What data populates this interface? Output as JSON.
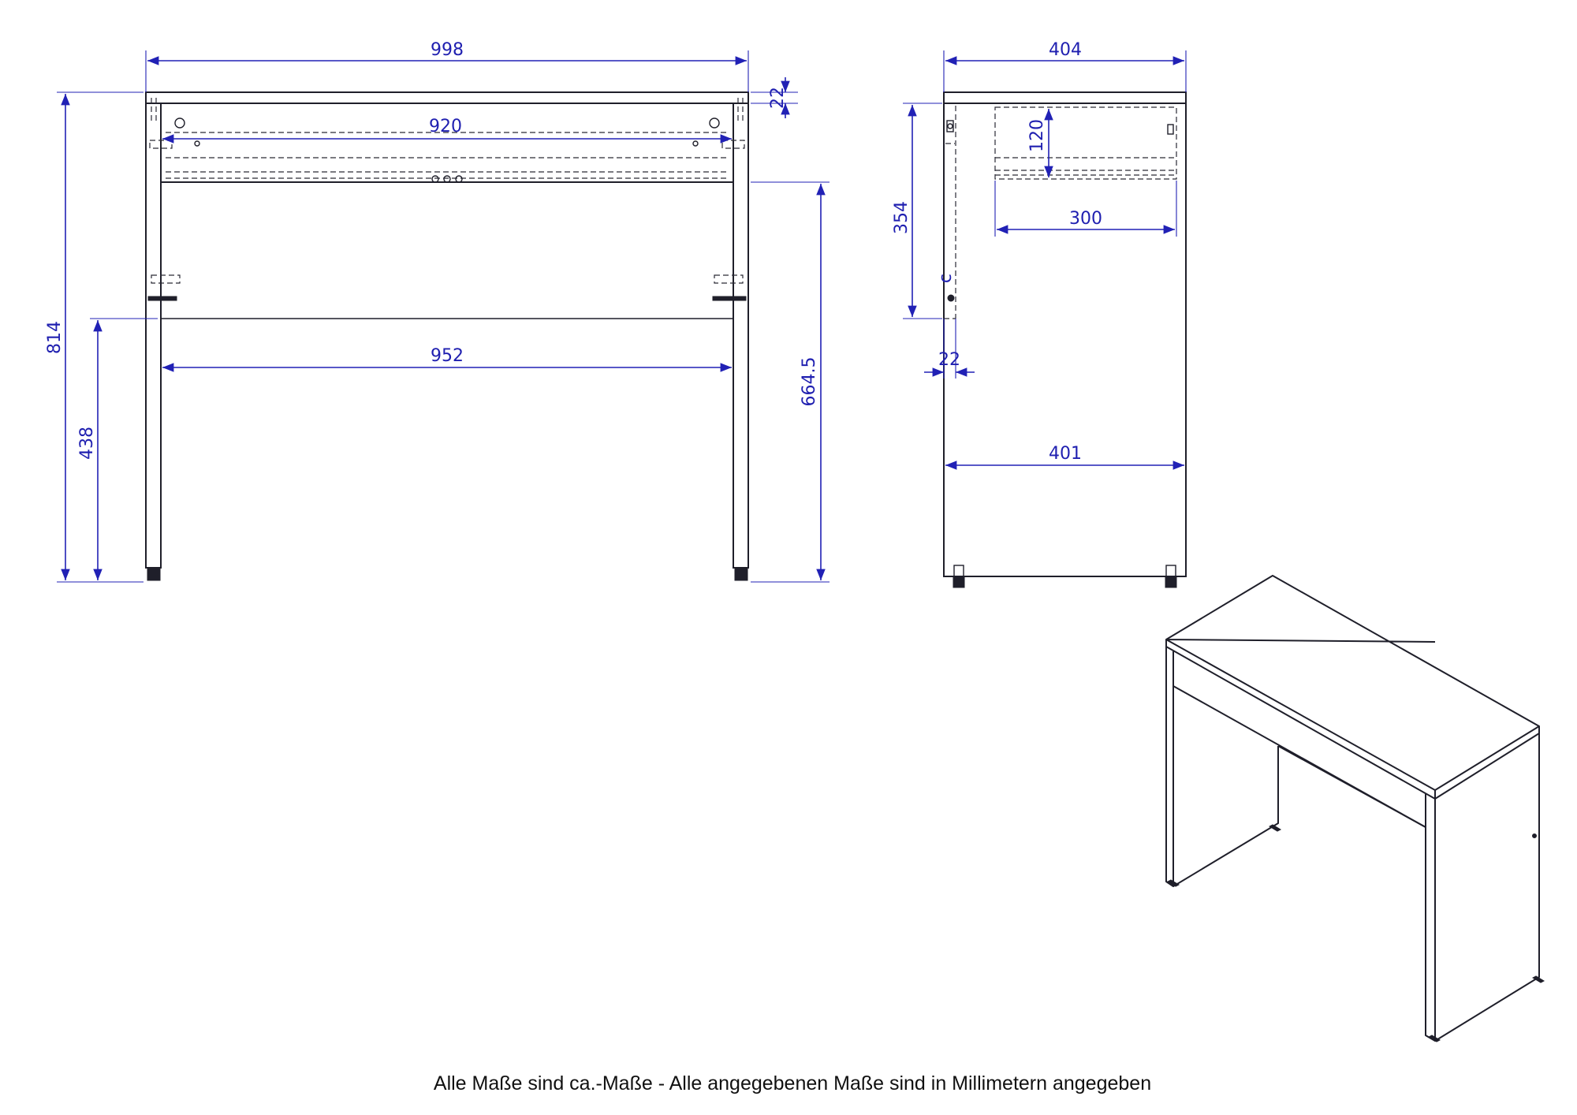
{
  "views": {
    "front": {
      "dimensions": {
        "overall_width": "998",
        "top_thickness": "22",
        "drawer_width": "920",
        "overall_height": "814",
        "crossbar_height": "438",
        "inner_width": "952",
        "leg_clearance_height": "664.5"
      }
    },
    "side": {
      "dimensions": {
        "overall_depth": "404",
        "drawer_height": "120",
        "drawer_depth": "300",
        "side_height": "354",
        "panel_thickness": "22",
        "base_depth": "401"
      }
    },
    "isometric": {
      "label": ""
    }
  },
  "footer": {
    "note": "Alle Maße sind ca.-Maße - Alle angegebenen Maße sind in Millimetern angegeben"
  },
  "colors": {
    "dimension": "#2121b5",
    "outline": "#1f1f2a"
  }
}
